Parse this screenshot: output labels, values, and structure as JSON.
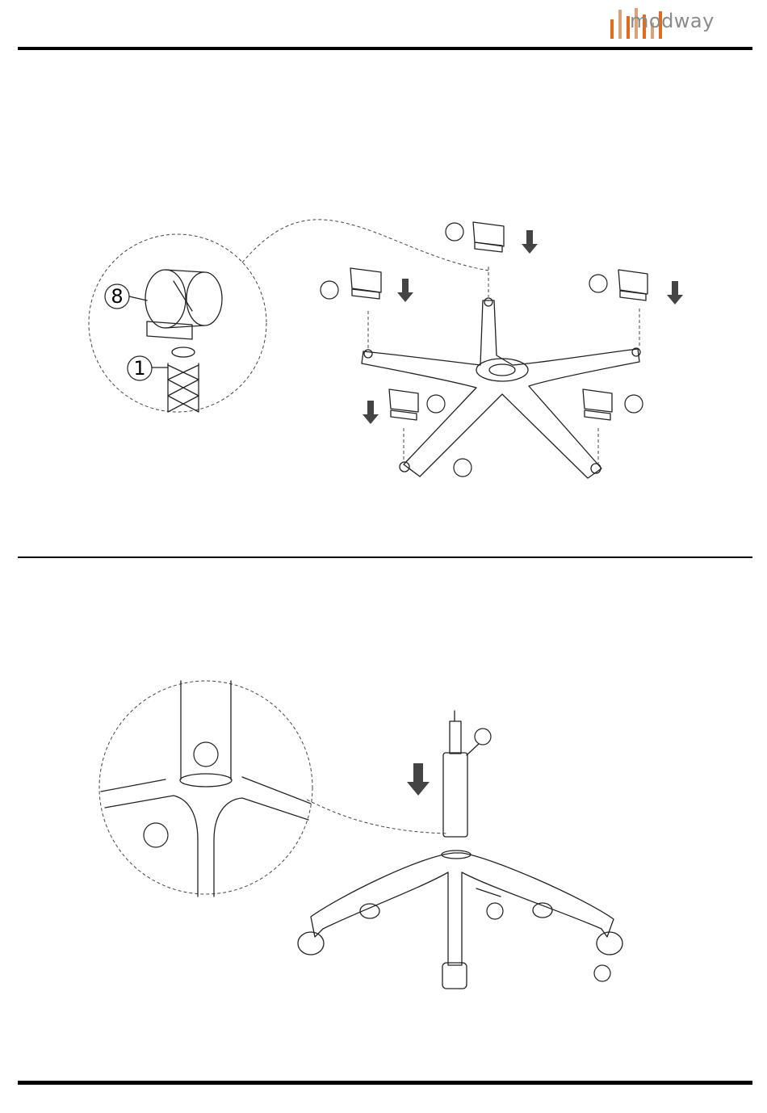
{
  "brand": {
    "name": "modway",
    "bar_color_light": "#d9a37a",
    "bar_color_dark": "#e06a1e",
    "text_color": "#8a8a8a"
  },
  "step1": {
    "callouts": {
      "caster": "8",
      "leg": "1"
    }
  }
}
